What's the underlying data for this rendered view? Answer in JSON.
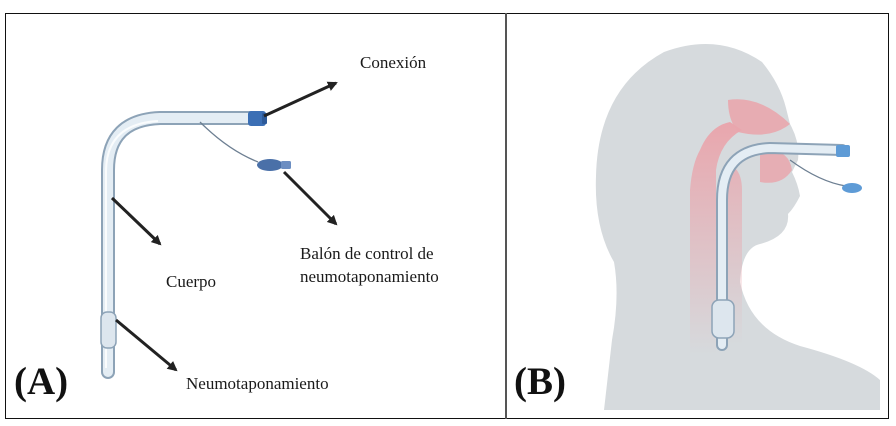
{
  "panel_a": {
    "letter": "(A)",
    "labels": {
      "connection": "Conexión",
      "balloon_control_line1": "Balón de control de",
      "balloon_control_line2": "neumotaponamiento",
      "body": "Cuerpo",
      "cuff": "Neumotaponamiento"
    }
  },
  "panel_b": {
    "letter": "(B)"
  },
  "colors": {
    "tube": "#dbe6ef",
    "tube_outline": "#8da3b7",
    "connector": "#3b6fb5",
    "pilot_balloon": "#4a70a8",
    "silhouette": "#d6dadd",
    "airway": "#e9a6ad",
    "arrow": "#222222"
  }
}
